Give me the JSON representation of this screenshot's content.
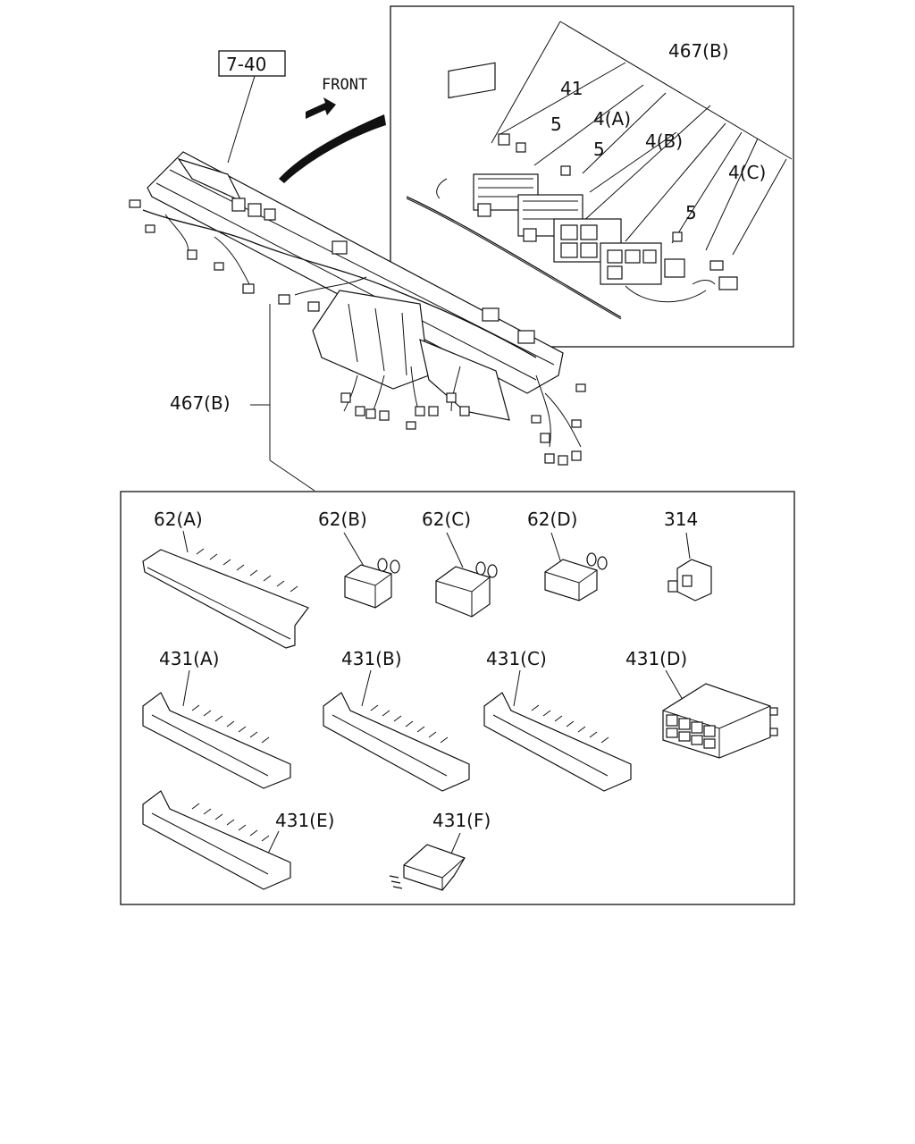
{
  "diagram": {
    "ref_box": "7-40",
    "front_label": "FRONT",
    "inset_labels": {
      "harness_b": "467(B)",
      "p41": "41",
      "p5a": "5",
      "p4a": "4(A)",
      "p5b": "5",
      "p4b": "4(B)",
      "p5c": "5",
      "p4c": "4(C)"
    },
    "main_label": "467(B)",
    "parts": {
      "p62a": "62(A)",
      "p62b": "62(B)",
      "p62c": "62(C)",
      "p62d": "62(D)",
      "p314": "314",
      "p431a": "431(A)",
      "p431b": "431(B)",
      "p431c": "431(C)",
      "p431d": "431(D)",
      "p431e": "431(E)",
      "p431f": "431(F)"
    }
  }
}
